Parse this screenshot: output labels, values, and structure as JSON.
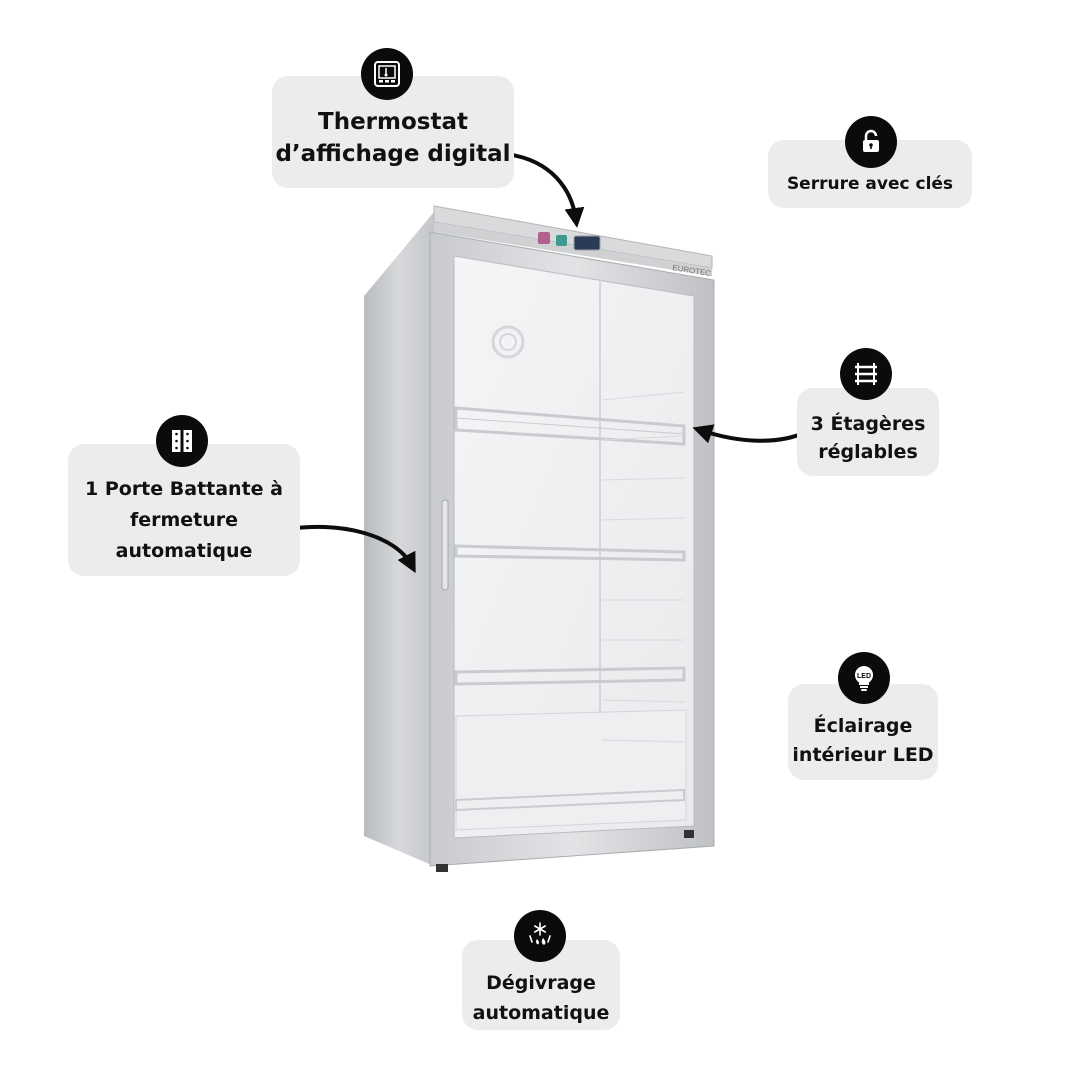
{
  "colors": {
    "background": "#ffffff",
    "callout_bg": "#ececed",
    "icon_bg": "#0b0b0b",
    "text": "#111111",
    "arrow": "#0d0d0d"
  },
  "product": {
    "brand": "EUROTEC"
  },
  "features": {
    "thermostat": {
      "icon": "digital-thermostat-icon",
      "line1": "Thermostat",
      "line2": "d’affichage digital"
    },
    "lock": {
      "icon": "padlock-icon",
      "line1": "Serrure avec clés"
    },
    "shelves": {
      "icon": "shelves-icon",
      "line1": "3 Étagères",
      "line2": "réglables"
    },
    "door": {
      "icon": "door-hinge-icon",
      "line1": "1 Porte Battante à",
      "line2": "fermeture",
      "line3": "automatique"
    },
    "led": {
      "icon": "led-bulb-icon",
      "icon_text": "LED",
      "line1": "Éclairage",
      "line2": "intérieur LED"
    },
    "defrost": {
      "icon": "defrost-snowflake-icon",
      "line1": "Dégivrage",
      "line2": "automatique"
    }
  }
}
